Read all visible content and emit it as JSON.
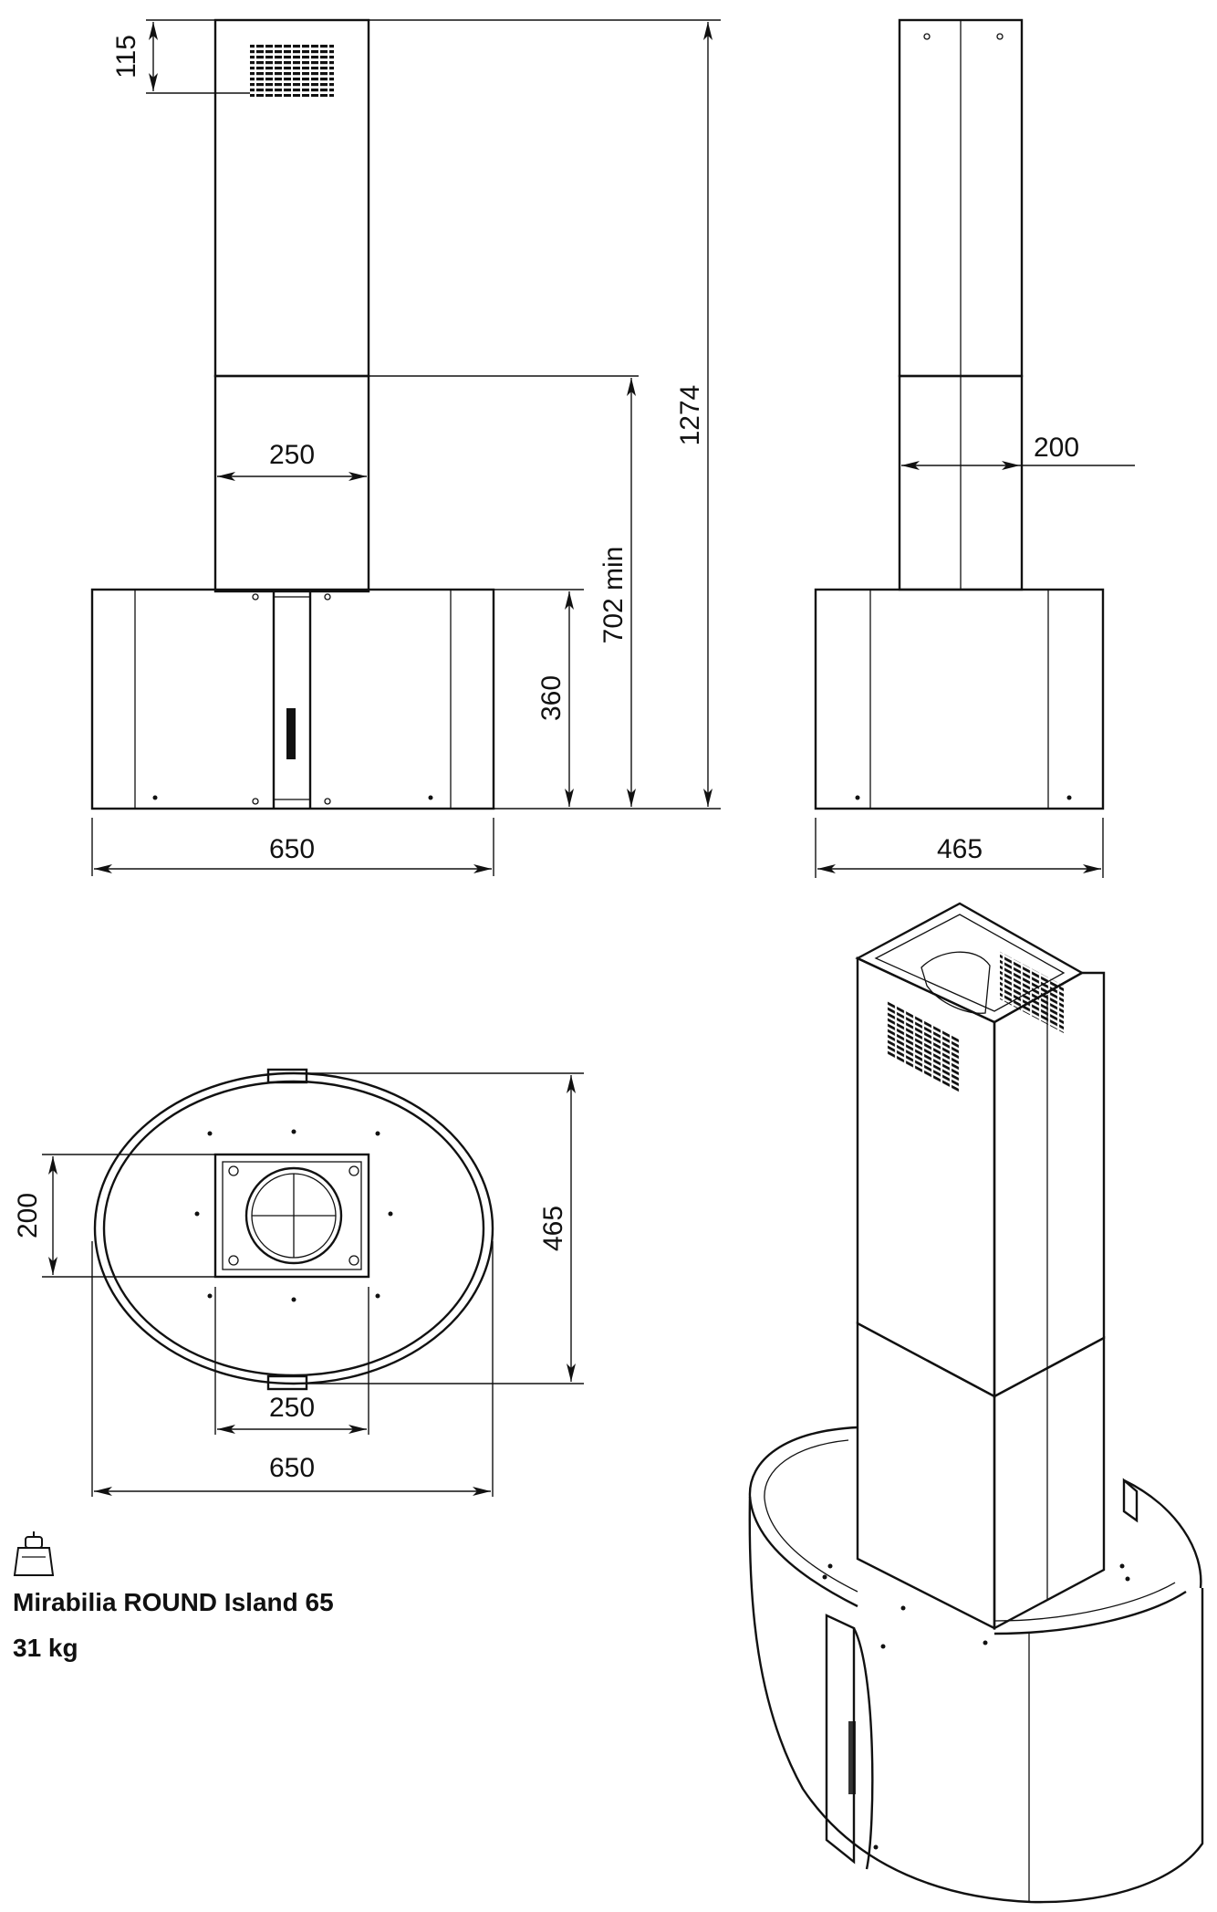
{
  "front_view": {
    "dim_chimney_vent": "115",
    "dim_chimney_width": "250",
    "dim_total_height": "1274",
    "dim_min_height": "702 min",
    "dim_canopy_height": "360",
    "dim_width": "650"
  },
  "side_view": {
    "dim_chimney_depth": "200",
    "dim_depth": "465"
  },
  "top_view": {
    "dim_duct_depth": "200",
    "dim_depth": "465",
    "dim_duct_width": "250",
    "dim_width": "650"
  },
  "product": {
    "icon": "weight-icon",
    "model": "Mirabilia ROUND Island 65",
    "weight": "31 kg"
  }
}
